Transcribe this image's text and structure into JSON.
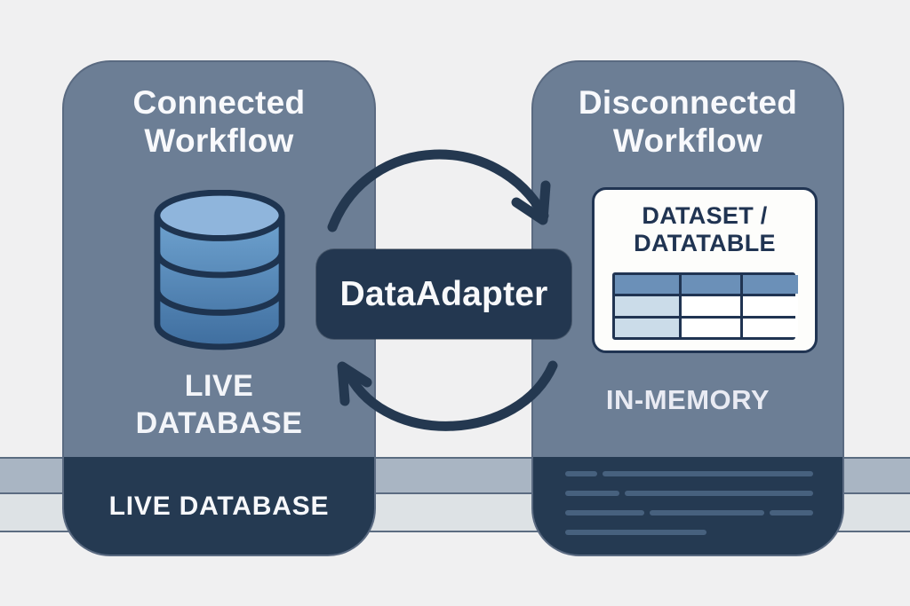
{
  "colors": {
    "background": "#F0F0F1",
    "panel": "#6C7E95",
    "panel_border": "#5A6A81",
    "navy": "#253A52",
    "adapter_bg": "#233750",
    "arrow": "#243850",
    "band_blue": "#A9B5C3",
    "band_light": "#DDE2E5",
    "band_line": "#5B6C81",
    "card_bg": "#FDFDFB",
    "card_border": "#203452",
    "table_header_blue": "#6B90B8",
    "table_accent_blue": "#CBDCE9",
    "placeholder_line": "#47617E",
    "text_white": "#F8F9FC"
  },
  "left_panel": {
    "title": "Connected Workflow",
    "icon": "database-cylinder",
    "label": "LIVE DATABASE",
    "footer_label": "LIVE DATABASE"
  },
  "adapter": {
    "label": "DataAdapter"
  },
  "right_panel": {
    "title": "Disconnected Workflow",
    "card_title": "DATASET / DATATABLE",
    "label": "IN-MEMORY"
  }
}
